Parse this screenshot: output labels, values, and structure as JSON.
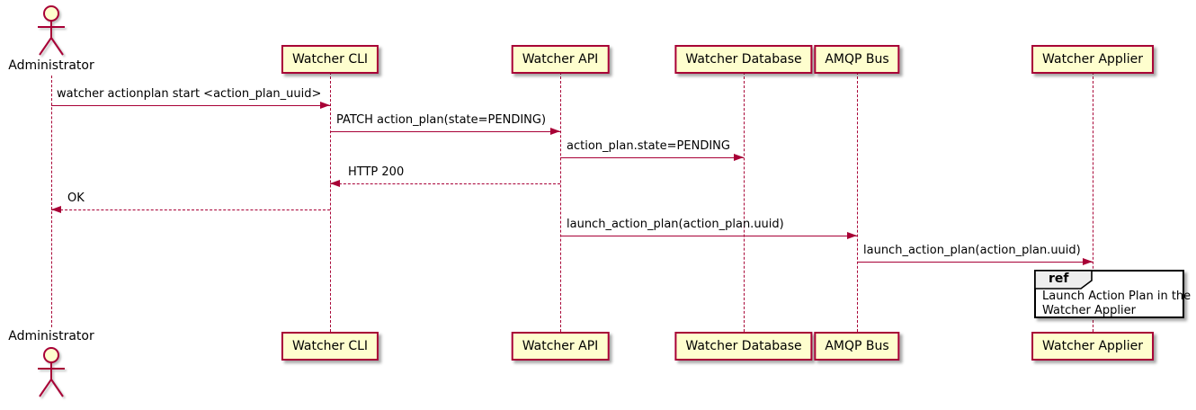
{
  "diagram_type": "uml-sequence-diagram",
  "actor": {
    "label": "Administrator"
  },
  "participants": [
    {
      "label": "Watcher CLI"
    },
    {
      "label": "Watcher API"
    },
    {
      "label": "Watcher Database"
    },
    {
      "label": "AMQP Bus"
    },
    {
      "label": "Watcher Applier"
    }
  ],
  "messages": [
    {
      "from": "Administrator",
      "to": "Watcher CLI",
      "label": "watcher actionplan start <action_plan_uuid>",
      "line": "solid",
      "direction": "right"
    },
    {
      "from": "Watcher CLI",
      "to": "Watcher API",
      "label": "PATCH action_plan(state=PENDING)",
      "line": "solid",
      "direction": "right"
    },
    {
      "from": "Watcher API",
      "to": "Watcher Database",
      "label": "action_plan.state=PENDING",
      "line": "solid",
      "direction": "right"
    },
    {
      "from": "Watcher API",
      "to": "Watcher CLI",
      "label": "HTTP 200",
      "line": "dashed",
      "direction": "left"
    },
    {
      "from": "Watcher CLI",
      "to": "Administrator",
      "label": "OK",
      "line": "dashed",
      "direction": "left"
    },
    {
      "from": "Watcher API",
      "to": "AMQP Bus",
      "label": "launch_action_plan(action_plan.uuid)",
      "line": "solid",
      "direction": "right"
    },
    {
      "from": "AMQP Bus",
      "to": "Watcher Applier",
      "label": "launch_action_plan(action_plan.uuid)",
      "line": "solid",
      "direction": "right"
    }
  ],
  "ref": {
    "keyword": "ref",
    "line1": "Launch Action Plan in the",
    "line2": "Watcher Applier"
  },
  "colors": {
    "participant_fill": "#FEFECE",
    "stroke": "#A80036",
    "text": "#000000",
    "ref_border": "#000000",
    "ref_header_fill": "#EEEEEE",
    "background": "#FFFFFF"
  }
}
